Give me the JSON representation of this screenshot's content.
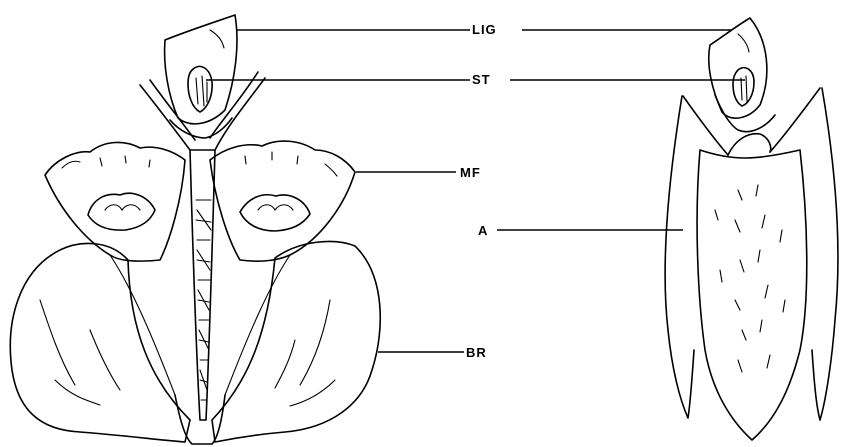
{
  "labels": {
    "lig": "LIG",
    "st": "ST",
    "mf": "MF",
    "a": "A",
    "br": "BR"
  },
  "colors": {
    "ink": "#000000",
    "background": "#ffffff"
  }
}
